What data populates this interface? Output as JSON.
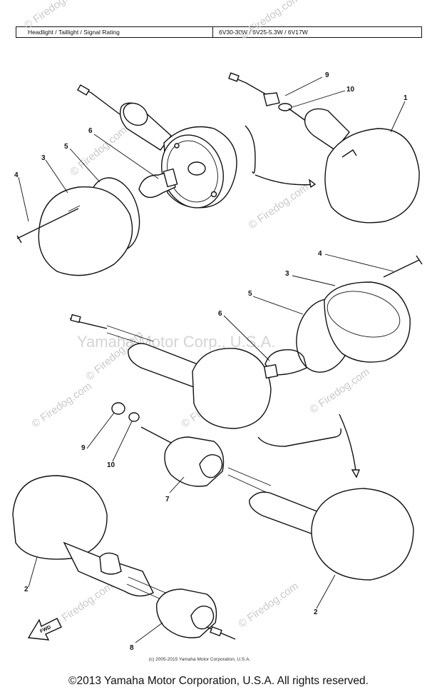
{
  "spec": {
    "label": "Headlight / Taillight / Signal Rating",
    "value": "6V30-30W / 6V25-5.3W / 6V17W"
  },
  "watermarks": {
    "site": "© Firedog.com",
    "owner": "Yamaha Motor Corp., U.S.A."
  },
  "parts": {
    "p1": "1",
    "p2a": "2",
    "p2b": "2",
    "p3a": "3",
    "p3b": "3",
    "p4a": "4",
    "p4b": "4",
    "p5a": "5",
    "p5b": "5",
    "p6a": "6",
    "p6b": "6",
    "p7": "7",
    "p8": "8",
    "p9a": "9",
    "p9b": "9",
    "p10a": "10",
    "p10b": "10"
  },
  "fwd_label": "FWD",
  "footer_small": "(c) 2005-2015 Yamaha Motor Corporation, U.S.A.",
  "copyright": "©2013 Yamaha Motor Corporation, U.S.A. All rights reserved."
}
